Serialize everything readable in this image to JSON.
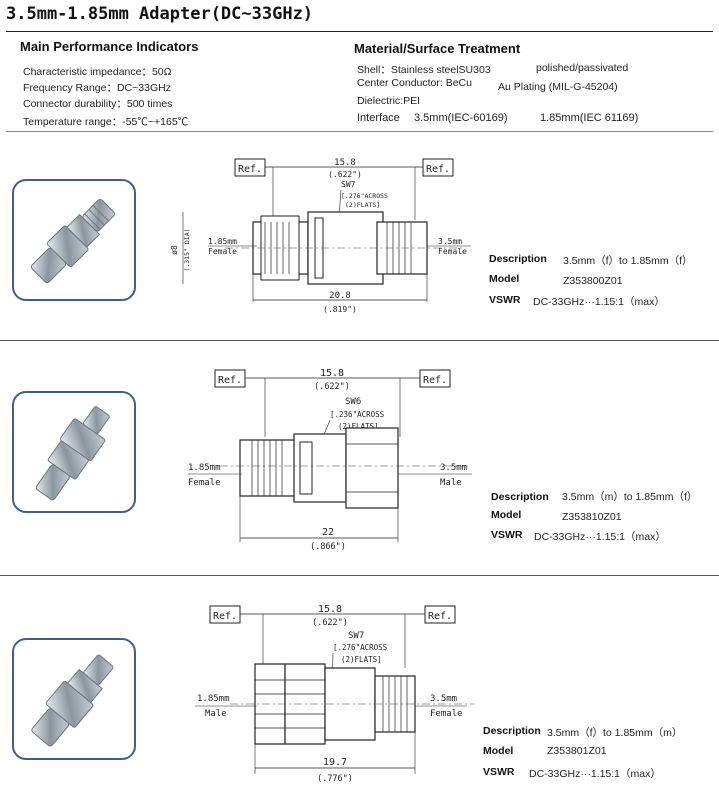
{
  "title": "3.5mm-1.85mm Adapter(DC~33GHz)",
  "performance": {
    "heading": "Main Performance Indicators",
    "items": [
      "Characteristic impedance：50Ω",
      "Frequency Range：DC~33GHz",
      "Connector durability：500 times",
      "Temperature range：-55℃~+165℃"
    ]
  },
  "material": {
    "heading": "Material/Surface Treatment",
    "shell": "Shell：Stainless steelSU303",
    "shell_finish": "polished/passivated",
    "center": "Center Conductor: BeCu",
    "center_finish": "Au Plating (MIL-G-45204)",
    "dielectric": "Dielectric:PEI",
    "interface_label": "Interface",
    "interface_a": "3.5mm(IEC-60169)",
    "interface_b": "1.85mm(IEC 61169)"
  },
  "labels": {
    "description": "Description",
    "model": "Model",
    "vswr": "VSWR"
  },
  "products": [
    {
      "description": "3.5mm（f）to 1.85mm（f）",
      "model": "Z353800Z01",
      "vswr": "DC-33GHz···1.15:1（max）",
      "drawing": {
        "ref": "Ref.",
        "top_dim": "15.8",
        "top_dim_in": "(.622\")",
        "wrench": "SW7",
        "wrench_note1": "[.276\"ACROSS",
        "wrench_note2": "(2)FLATS]",
        "dia": "ø8",
        "dia_in": "(.315\" DIA)",
        "left_label1": "1.85mm",
        "left_label2": "Female",
        "right_label1": "3.5mm",
        "right_label2": "Female",
        "bottom_dim": "20.8",
        "bottom_dim_in": "(.819\")"
      }
    },
    {
      "description": "3.5mm（m）to 1.85mm（f）",
      "model": "Z353810Z01",
      "vswr": "DC-33GHz···1.15:1（max）",
      "drawing": {
        "ref": "Ref.",
        "top_dim": "15.8",
        "top_dim_in": "(.622\")",
        "wrench": "SW6",
        "wrench_note1": "[.236\"ACROSS",
        "wrench_note2": "(2)FLATS]",
        "left_label1": "1.85mm",
        "left_label2": "Female",
        "right_label1": "3.5mm",
        "right_label2": "Male",
        "bottom_dim": "22",
        "bottom_dim_in": "(.866\")"
      }
    },
    {
      "description": "3.5mm（f）to 1.85mm（m）",
      "model": "Z353801Z01",
      "vswr": "DC-33GHz···1.15:1（max）",
      "drawing": {
        "ref": "Ref.",
        "top_dim": "15.8",
        "top_dim_in": "(.622\")",
        "wrench": "SW7",
        "wrench_note1": "[.276\"ACROSS",
        "wrench_note2": "(2)FLATS]",
        "left_label1": "1.85mm",
        "left_label2": "Male",
        "right_label1": "3.5mm",
        "right_label2": "Female",
        "bottom_dim": "19.7",
        "bottom_dim_in": "(.776\")"
      }
    }
  ]
}
